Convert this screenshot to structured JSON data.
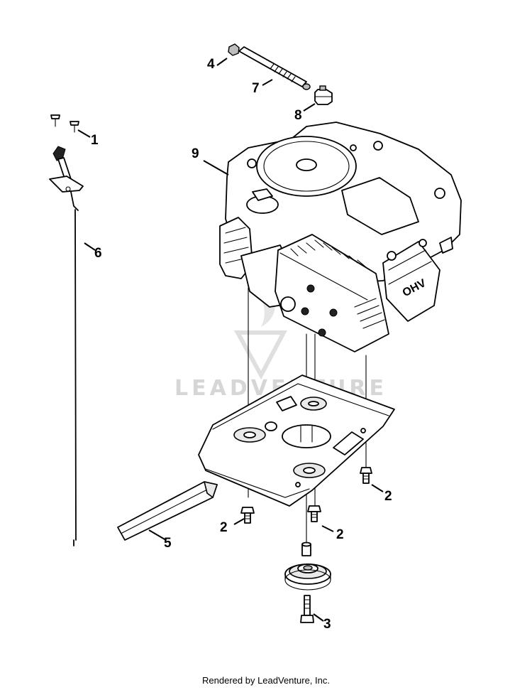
{
  "watermark": {
    "text": "LEADVENTURE"
  },
  "callouts": {
    "c1": "1",
    "c2a": "2",
    "c2b": "2",
    "c2c": "2",
    "c3": "3",
    "c4": "4",
    "c5": "5",
    "c6": "6",
    "c7": "7",
    "c8": "8",
    "c9": "9"
  },
  "engine_label": "OHV",
  "footer": {
    "text": "Rendered by LeadVenture, Inc."
  }
}
